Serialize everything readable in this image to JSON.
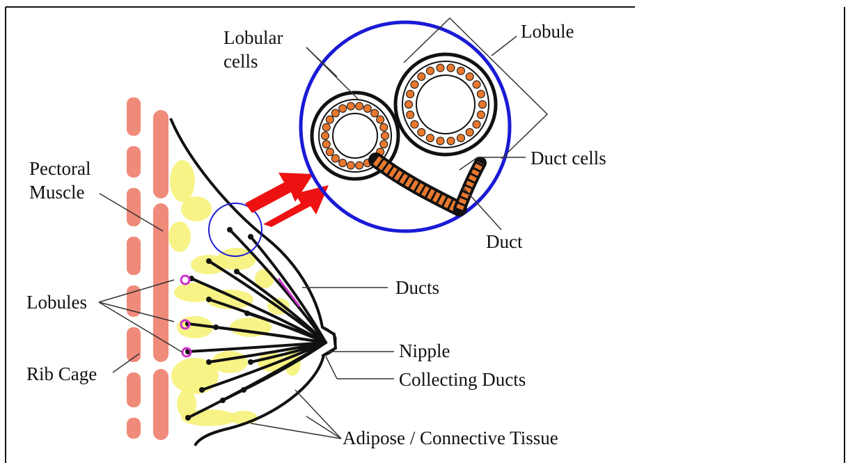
{
  "labels": {
    "lobular_cells_line1": "Lobular",
    "lobular_cells_line2": "cells",
    "lobule": "Lobule",
    "duct_cells": "Duct cells",
    "duct": "Duct",
    "pectoral_muscle_line1": "Pectoral",
    "pectoral_muscle_line2": "Muscle",
    "lobules": "Lobules",
    "rib_cage": "Rib Cage",
    "ducts": "Ducts",
    "nipple": "Nipple",
    "collecting_ducts": "Collecting Ducts",
    "adipose": "Adipose / Connective Tissue"
  },
  "colors": {
    "magnifier_circle": "#1a1ad6",
    "arrows": "#ee1111",
    "muscle_ribs": "#f08a7a",
    "adipose": "#f6f27a",
    "lobule_cells": "#e8782e",
    "lobules_small": "#cc33cc",
    "outline": "#111111"
  }
}
